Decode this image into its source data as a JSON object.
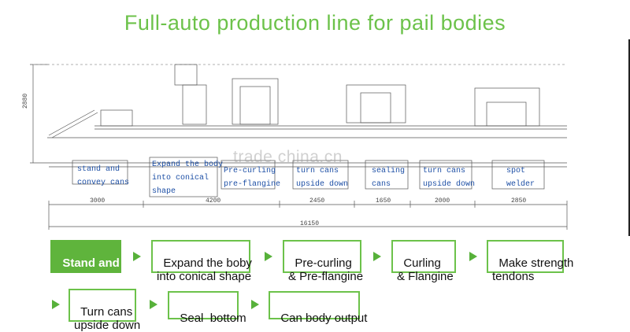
{
  "title": "Full-auto production line for pail bodies",
  "height_dim": "2880",
  "total_dim": "16150",
  "stages": [
    {
      "label": "stand and\nconvey cans",
      "dim": "3000"
    },
    {
      "label": "Expand the body\ninto conical\nshape",
      "dim": "4200"
    },
    {
      "label": "Pre-curling\npre-flangine",
      "dim": "2450"
    },
    {
      "label": "turn cans\nupside down",
      "dim": ""
    },
    {
      "label": "sealing\ncans",
      "dim": "1650"
    },
    {
      "label": "turn cans\nupside down",
      "dim": "2000"
    },
    {
      "label": "spot\nwelder",
      "dim": "2850"
    }
  ],
  "steps": [
    {
      "label": "Stand and\nconvey cans",
      "active": true
    },
    {
      "label": "Expand the boby\ninto conical shape",
      "active": false
    },
    {
      "label": "Pre-curling\n& Pre-flangine",
      "active": false
    },
    {
      "label": "Curling\n& Flangine",
      "active": false
    },
    {
      "label": "Make strength\ntendons",
      "active": false
    },
    {
      "label": "Turn cans\nupside down",
      "active": false
    },
    {
      "label": "Seal  bottom",
      "active": false
    },
    {
      "label": "Can body output",
      "active": false
    }
  ],
  "watermark": "trade.china.cn",
  "colors": {
    "accent": "#6cc24a",
    "label_blue": "#1d4fa5"
  }
}
